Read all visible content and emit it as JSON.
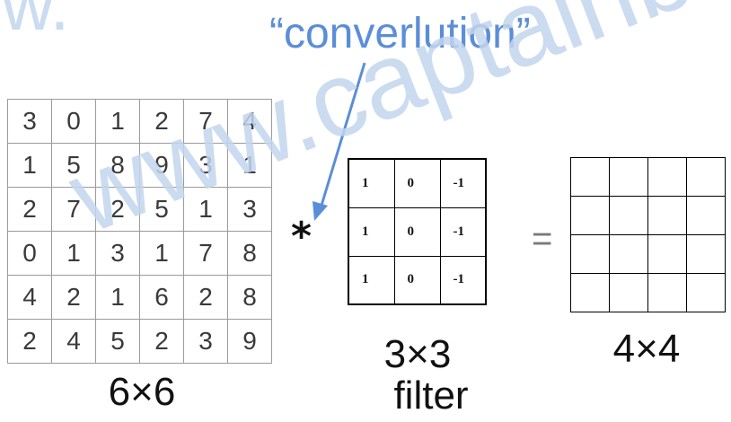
{
  "annotation": "“converlution”",
  "input_matrix": {
    "rows": [
      [
        "3",
        "0",
        "1",
        "2",
        "7",
        "4"
      ],
      [
        "1",
        "5",
        "8",
        "9",
        "3",
        "1"
      ],
      [
        "2",
        "7",
        "2",
        "5",
        "1",
        "3"
      ],
      [
        "0",
        "1",
        "3",
        "1",
        "7",
        "8"
      ],
      [
        "4",
        "2",
        "1",
        "6",
        "2",
        "8"
      ],
      [
        "2",
        "4",
        "5",
        "2",
        "3",
        "9"
      ]
    ],
    "label": "6×6"
  },
  "operator": "*",
  "filter_matrix": {
    "rows": [
      [
        "1",
        "0",
        "-1"
      ],
      [
        "1",
        "0",
        "-1"
      ],
      [
        "1",
        "0",
        "-1"
      ]
    ],
    "label_size": "3×3",
    "label_word": "filter"
  },
  "equals": "=",
  "output_matrix": {
    "rows": [
      [
        "",
        "",
        "",
        ""
      ],
      [
        "",
        "",
        "",
        ""
      ],
      [
        "",
        "",
        "",
        ""
      ],
      [
        "",
        "",
        "",
        ""
      ]
    ],
    "label": "4×4"
  },
  "watermark": "www.captainbed.net",
  "colors": {
    "annotation": "#5b8ed8",
    "watermark": "#c3d5ee"
  }
}
